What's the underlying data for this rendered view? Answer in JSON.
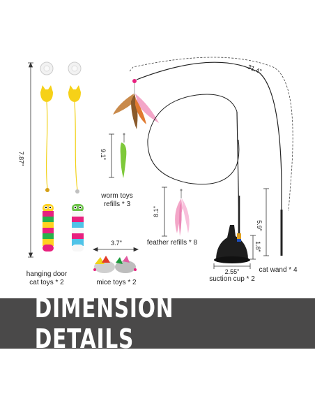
{
  "labels": {
    "hanging_door_line1": "hanging door",
    "hanging_door_line2": "cat toys * 2",
    "mice_toys": "mice toys * 2",
    "worm_refills_line1": "worm toys",
    "worm_refills_line2": "refills * 3",
    "feather_refills": "feather refills * 8",
    "suction_cup": "suction cup * 2",
    "cat_wand": "cat wand * 4"
  },
  "dimensions": {
    "hanging_length": "7.87\"",
    "worm_length": "9.1\"",
    "mice_width": "3.7\"",
    "feather_length": "8.1\"",
    "wand_length": "31.4\"",
    "wand_handle": "5.9\"",
    "suction_width": "2.55\"",
    "suction_height": "1.8\""
  },
  "banner": {
    "title": "DIMENSION DETAILS"
  },
  "colors": {
    "banner_bg": "#4a4949",
    "string_yellow": "#f2d21b",
    "worm_green": "#7ec93a",
    "feather_pink": "#f3a6c8",
    "feather_brown": "#c98a4b"
  }
}
